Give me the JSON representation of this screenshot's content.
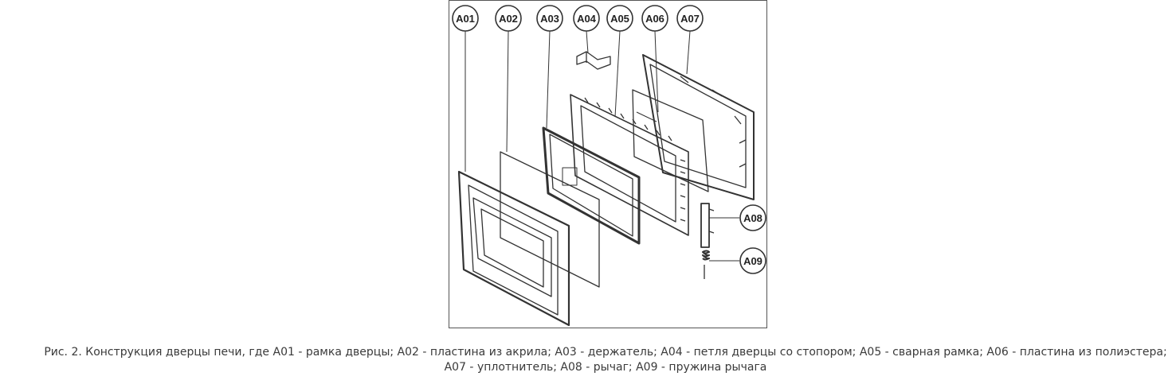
{
  "callouts": {
    "a01": "A01",
    "a02": "A02",
    "a03": "A03",
    "a04": "A04",
    "a05": "A05",
    "a06": "A06",
    "a07": "A07",
    "a08": "A08",
    "a09": "A09"
  },
  "caption": "Рис. 2. Конструкция дверцы печи, где A01 - рамка дверцы; A02 - пластина из акрила; A03 - держатель; A04 - петля дверцы со стопором; A05 - сварная рамка; A06 - пластина из полиэстера; A07 - уплотнитель; A08 - рычаг; A09 - пружина рычага"
}
